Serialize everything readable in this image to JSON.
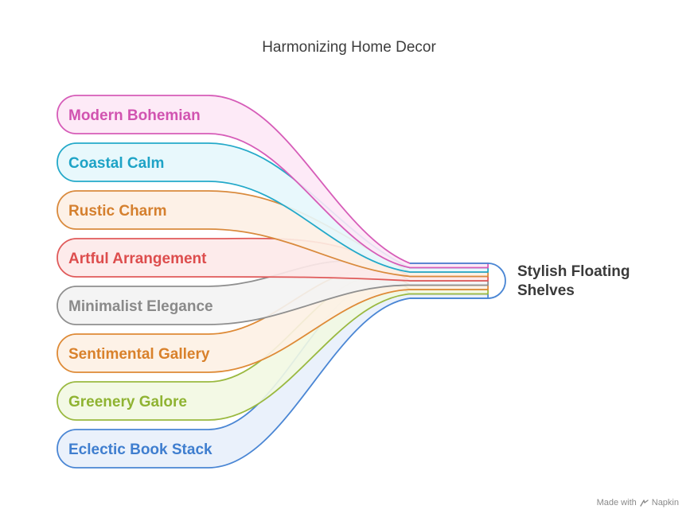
{
  "title": "Harmonizing Home Decor",
  "target": {
    "line1": "Stylish Floating",
    "line2": "Shelves"
  },
  "branches": [
    {
      "label": "Modern Bohemian",
      "stroke": "#d65cb8",
      "fill": "#fde8f6",
      "text": "#d153b0"
    },
    {
      "label": "Coastal Calm",
      "stroke": "#24a9c9",
      "fill": "#e6f7fc",
      "text": "#1ea3c6"
    },
    {
      "label": "Rustic Charm",
      "stroke": "#d98a3d",
      "fill": "#fdf0e4",
      "text": "#d5802f"
    },
    {
      "label": "Artful Arrangement",
      "stroke": "#e05a5a",
      "fill": "#fde9e9",
      "text": "#dd4d4d"
    },
    {
      "label": "Minimalist Elegance",
      "stroke": "#8f8f8f",
      "fill": "#f3f3f3",
      "text": "#8a8a8a"
    },
    {
      "label": "Sentimental Gallery",
      "stroke": "#de8a36",
      "fill": "#fdf1e4",
      "text": "#d9812b"
    },
    {
      "label": "Greenery Galore",
      "stroke": "#9ab940",
      "fill": "#f2f8e2",
      "text": "#8fb332"
    },
    {
      "label": "Eclectic Book Stack",
      "stroke": "#4a86d4",
      "fill": "#e8f0fb",
      "text": "#3f7ecf"
    }
  ],
  "watermark": {
    "prefix": "Made with",
    "brand": "Napkin"
  }
}
